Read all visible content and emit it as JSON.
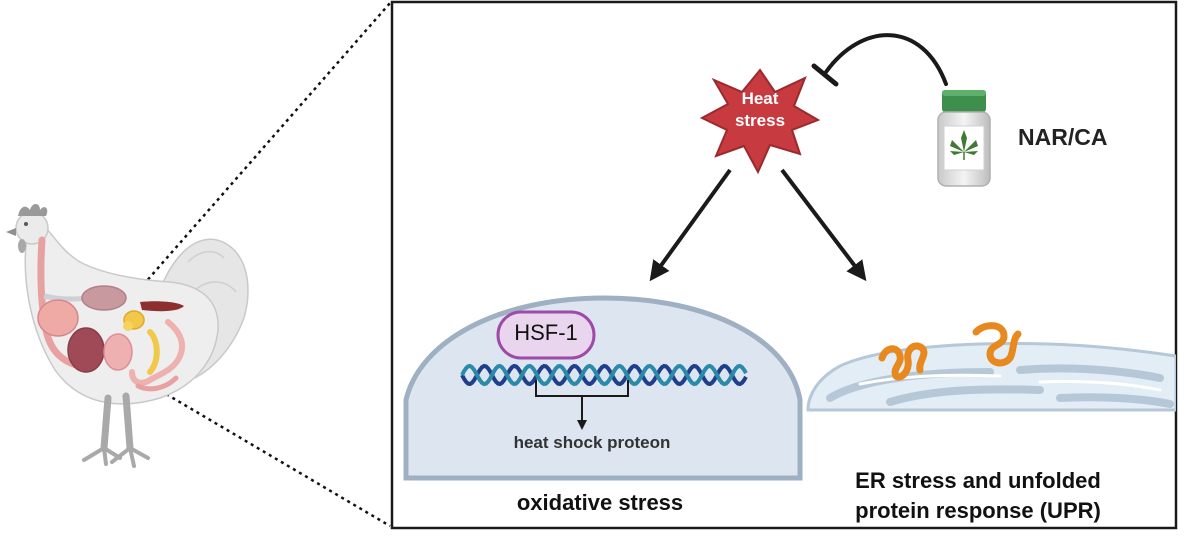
{
  "heat_stress": {
    "line1": "Heat",
    "line2": "stress"
  },
  "compound": {
    "label": "NAR/CA"
  },
  "nucleus": {
    "factor_label": "HSF-1",
    "product_label": "heat shock proteon"
  },
  "outcomes": {
    "left": "oxidative stress",
    "right_line1": "ER stress and unfolded",
    "right_line2": "protein response (UPR)"
  },
  "colors": {
    "heat_star": "#c73a3f",
    "nucleus_fill": "#dde6f0",
    "nucleus_edge": "#9eb0c2",
    "hsf_box": "#e9d6ee",
    "hsf_edge": "#9d4aa8",
    "dna_a": "#1f3f8c",
    "dna_b": "#2a8aa8",
    "misfolded_protein": "#e8891f",
    "er_fill": "#e3edf6",
    "bottle_cap": "#3e8f4c",
    "leaf": "#3f7a32"
  },
  "icons": [
    "chicken-illustration",
    "heat-star-icon",
    "medicine-bottle-icon",
    "cannabis-leaf-icon",
    "dna-helix-icon",
    "misfolded-protein-icon",
    "er-membrane-icon"
  ]
}
